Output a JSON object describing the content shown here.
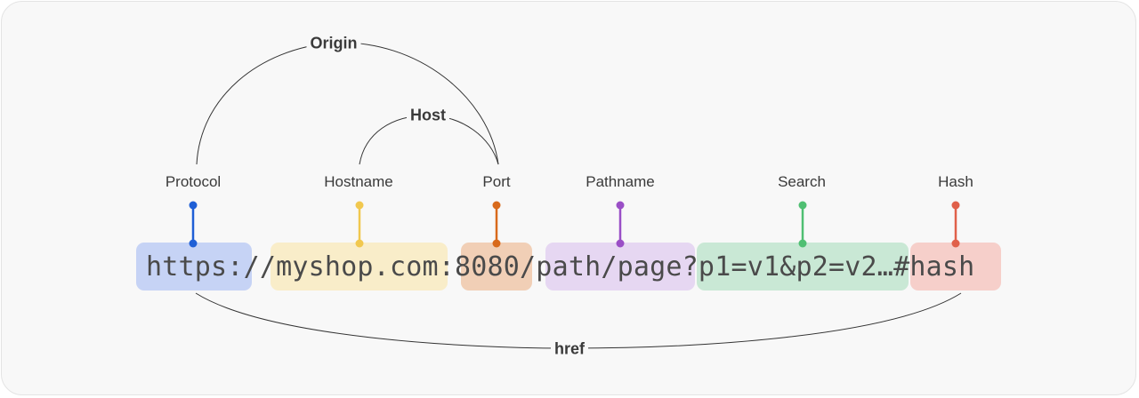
{
  "groups": {
    "origin": "Origin",
    "host": "Host",
    "href": "href"
  },
  "parts": [
    {
      "label": "Protocol",
      "text": "https:",
      "color": "#1f5fd6",
      "bg": "#c6d3f5"
    },
    {
      "label": "Hostname",
      "text": "myshop.com",
      "color": "#f1c84f",
      "bg": "#f9edc9"
    },
    {
      "label": "Port",
      "text": "8080",
      "color": "#d86a1c",
      "bg": "#f1cfb6"
    },
    {
      "label": "Pathname",
      "text": "/path/page",
      "color": "#9a4fc6",
      "bg": "#e6d7f2"
    },
    {
      "label": "Search",
      "text": "?p1=v1&p2=v2…",
      "color": "#4fbf72",
      "bg": "#c9e8d5"
    },
    {
      "label": "Hash",
      "text": "#hash",
      "color": "#e0604a",
      "bg": "#f6cfca"
    }
  ],
  "url_separators": {
    "slashes": "//",
    "colon": ":"
  }
}
